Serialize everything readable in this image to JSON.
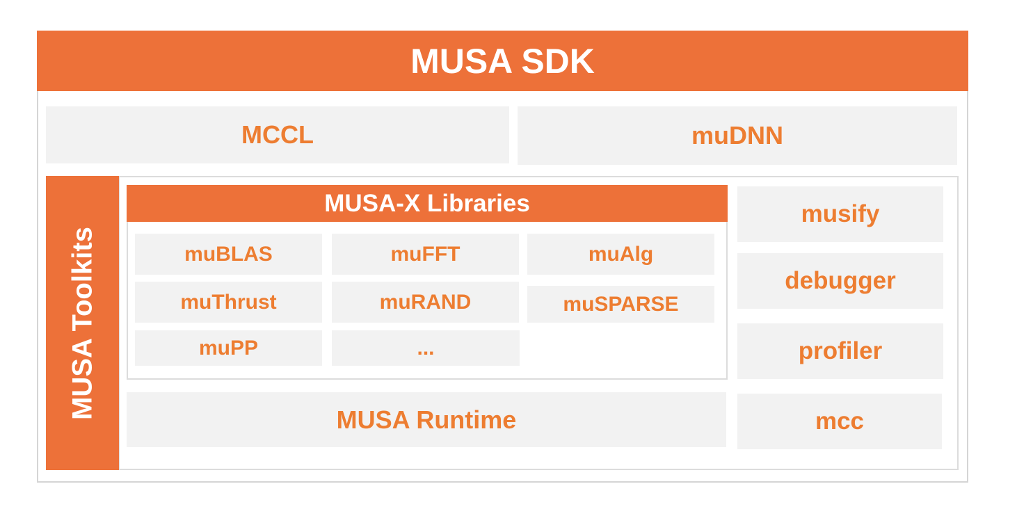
{
  "sdk": {
    "title": "MUSA SDK"
  },
  "top_row": {
    "left": "MCCL",
    "right": "muDNN"
  },
  "toolkits": {
    "label": "MUSA Toolkits"
  },
  "musax": {
    "title": "MUSA-X Libraries",
    "libraries": [
      "muBLAS",
      "muFFT",
      "muAlg",
      "muThrust",
      "muRAND",
      "muSPARSE",
      "muPP",
      "..."
    ]
  },
  "runtime": {
    "label": "MUSA Runtime"
  },
  "tools": [
    "musify",
    "debugger",
    "profiler",
    "mcc"
  ],
  "colors": {
    "accent": "#ed7139",
    "text_accent": "#ed7d31",
    "box_bg": "#f2f2f2"
  }
}
